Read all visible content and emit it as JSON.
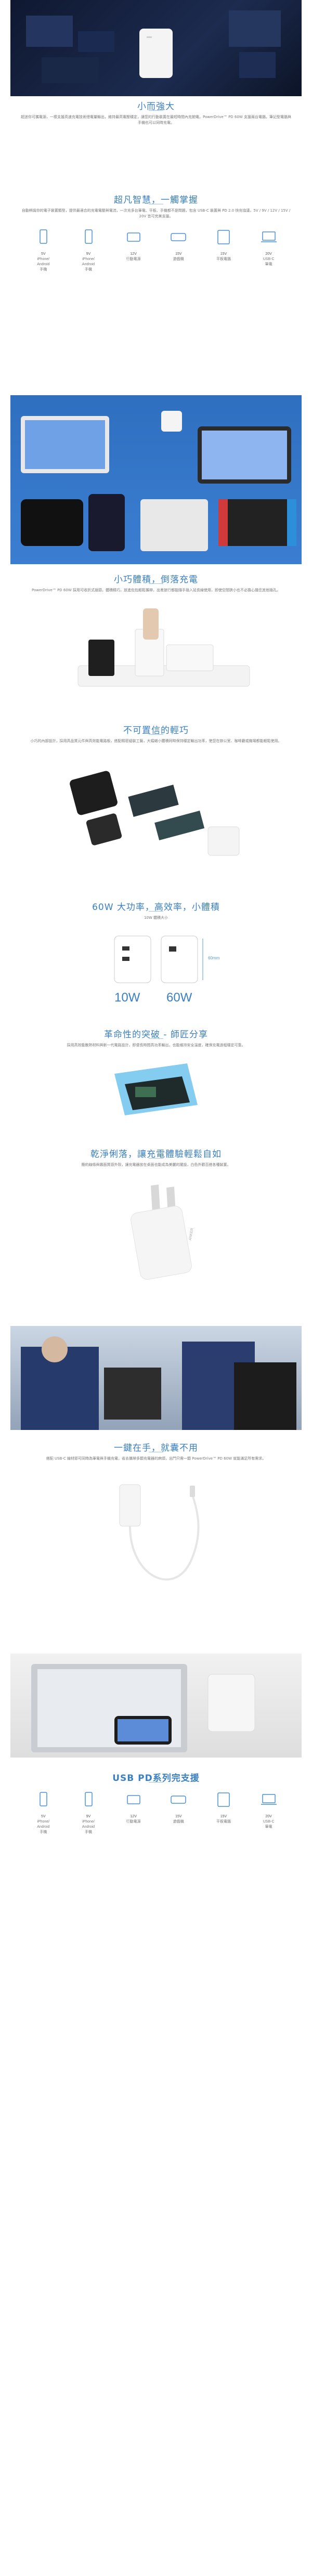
{
  "section1": {
    "title": "小而強大",
    "text": "超迷你可攜電源，一樣支援高速充電技術總電量輸出，維持最高電壓穩定，讓您的行動裝置在最短時間內充飽電。PowerDrive™ PD 60W 支援兩台電腦，筆記型電腦與手機也可以同時充電。"
  },
  "section2": {
    "title": "超凡智慧，一觸掌握",
    "text": "自動辨識你的電子裝置類型，提供最適合的充電電壓與電流，一次充多台筆電、平板、手機都不是問題，包含 USB-C 裝置與 PD 2.0 快充協議，5V / 9V / 12V / 15V / 20V 皆可完美支援。",
    "devices": [
      {
        "icon": "smartphone-icon",
        "volt": "5V",
        "label": "iPhone/\nAndroid\n手機"
      },
      {
        "icon": "smartphone-icon",
        "volt": "9V",
        "label": "iPhone/\nAndroid\n手機"
      },
      {
        "icon": "speaker-icon",
        "volt": "12V",
        "label": "行動電源"
      },
      {
        "icon": "game-console-icon",
        "volt": "15V",
        "label": "遊戲機"
      },
      {
        "icon": "tablet-icon",
        "volt": "15V",
        "label": "平板電腦"
      },
      {
        "icon": "laptop-icon",
        "volt": "20V",
        "label": "USB-C\n筆電"
      }
    ]
  },
  "section3": {
    "title": "小巧體積，倒落充電",
    "text": "PowerDrive™ PD 60W 採用可收折式插頭，體積精巧，放進包包輕鬆攜帶，出差旅行都能隨手插入延長線使用，即使空間狹小也不必擔心擋住其他插孔。"
  },
  "section4": {
    "title": "不可置信的輕巧",
    "text": "小巧的內部設計，採用高品質元件與高效能電路板，搭配精密組裝工藝，大幅縮小體積同時保持穩定輸出功率，使您在辦公室、咖啡廳或機場都能輕鬆使用。"
  },
  "section5": {
    "title": "60W 大功率，高效率，小體積",
    "sub": "10W 體積大小",
    "dim": "60mm",
    "cmp_left": "10W",
    "cmp_right": "60W"
  },
  "section6": {
    "title": "革命性的突破 - 師匠分享",
    "text": "採用高效能散熱材料與新一代電路設計，即便長時間高功率輸出，也能維持安全溫度，確保充電過程穩定可靠。"
  },
  "section7": {
    "title": "乾淨俐落，讓充電體驗輕鬆自如",
    "text": "簡約線條與霧面質感外殼，讓充電器放在桌面也能成為美麗的擺設，白色外觀百搭各種裝置。",
    "brand": "ANKER"
  },
  "section8": {
    "title": "一鍵在手，就囊不用",
    "text": "搭配 USB-C 線材即可同時為筆電與手機充電，省去攜帶多顆充電器的麻煩，出門只需一顆 PowerDrive™ PD 60W 就能滿足所有需求。"
  },
  "section9": {
    "title": "USB PD系列完支援",
    "devices": [
      {
        "icon": "smartphone-icon",
        "volt": "5V",
        "label": "iPhone/\nAndroid\n手機"
      },
      {
        "icon": "smartphone-icon",
        "volt": "9V",
        "label": "iPhone/\nAndroid\n手機"
      },
      {
        "icon": "speaker-icon",
        "volt": "12V",
        "label": "行動電源"
      },
      {
        "icon": "game-console-icon",
        "volt": "15V",
        "label": "遊戲機"
      },
      {
        "icon": "tablet-icon",
        "volt": "15V",
        "label": "平板電腦"
      },
      {
        "icon": "laptop-icon",
        "volt": "20V",
        "label": "USB-C\n筆電"
      }
    ]
  },
  "colors": {
    "accent": "#3a7fc2",
    "icon_blue": "#4a90d9",
    "dark_bg": "#1d1f2b"
  }
}
